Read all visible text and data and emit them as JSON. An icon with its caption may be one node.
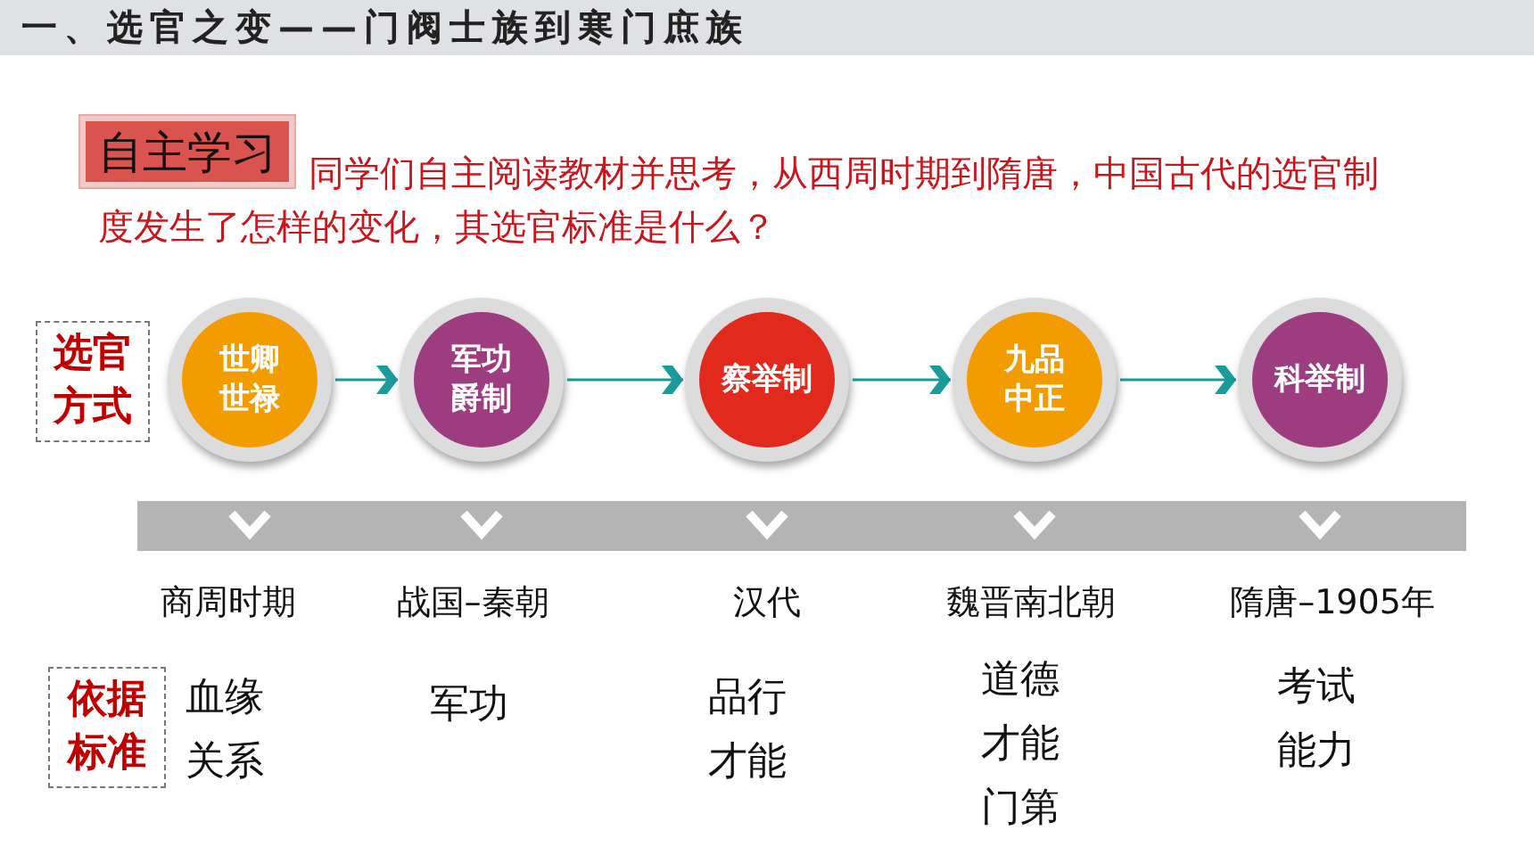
{
  "diagram": {
    "title": "一、选官之变——门阀士族到寒门庶族",
    "nodes": [
      {
        "text": [
          "自主学习"
        ]
      },
      {
        "text": [
          "选官方式"
        ]
      },
      {
        "text": [
          "世卿世禄"
        ]
      },
      {
        "text": [
          "军功爵制"
        ]
      },
      {
        "text": [
          "察举制"
        ]
      },
      {
        "text": [
          "九品中正"
        ]
      },
      {
        "text": [
          "科举制"
        ]
      },
      {
        "text": [
          "依据标准"
        ]
      }
    ],
    "edges": [
      {
        "from": 2,
        "to": 3,
        "arrow": "to"
      },
      {
        "from": 3,
        "to": 4,
        "arrow": "to"
      },
      {
        "from": 4,
        "to": 5,
        "arrow": "to"
      },
      {
        "from": 5,
        "to": 6,
        "arrow": "to"
      }
    ],
    "labels": [
      "同学们自主阅读教材并思考，从西周时期到隋唐，中国古代的选官制度发生了怎样的变化，其选官标准是什么？",
      "商周时期",
      "战国–秦朝",
      "汉代",
      "魏晋南北朝",
      "隋唐–1905年",
      "血缘关系",
      "军功",
      "品行才能",
      "道德才能门第",
      "考试能力"
    ]
  }
}
